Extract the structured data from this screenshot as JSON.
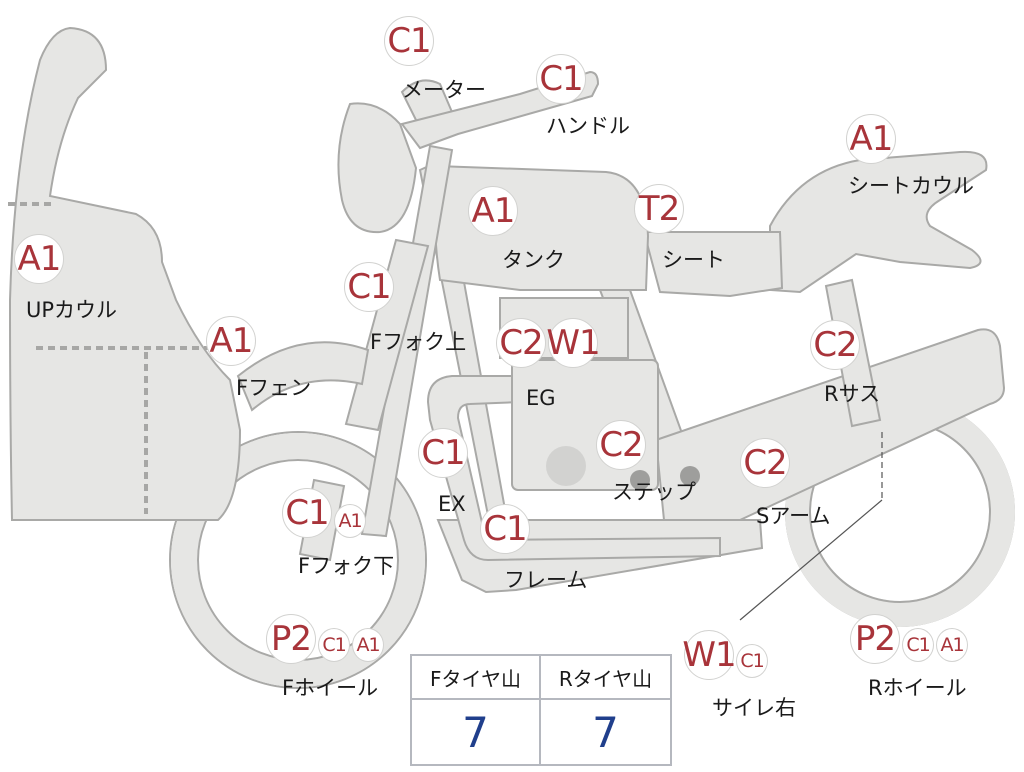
{
  "parts": [
    {
      "id": "meter",
      "label": "メーター",
      "badges": [
        "C1"
      ]
    },
    {
      "id": "handle",
      "label": "ハンドル",
      "badges": [
        "C1"
      ]
    },
    {
      "id": "seat-cowl",
      "label": "シートカウル",
      "badges": [
        "A1"
      ]
    },
    {
      "id": "tank",
      "label": "タンク",
      "badges": [
        "A1"
      ]
    },
    {
      "id": "seat",
      "label": "シート",
      "badges": [
        "T2"
      ]
    },
    {
      "id": "up-cowl",
      "label": "UPカウル",
      "badges": [
        "A1"
      ]
    },
    {
      "id": "f-fork-upper",
      "label": "Fフォク上",
      "badges": [
        "C1"
      ]
    },
    {
      "id": "f-fender",
      "label": "Fフェン",
      "badges": [
        "A1"
      ]
    },
    {
      "id": "engine",
      "label": "EG",
      "badges": [
        "C2",
        "W1"
      ]
    },
    {
      "id": "r-suspension",
      "label": "Rサス",
      "badges": [
        "C2"
      ]
    },
    {
      "id": "exhaust",
      "label": "EX",
      "badges": [
        "C1"
      ]
    },
    {
      "id": "step",
      "label": "ステップ",
      "badges": [
        "C2"
      ]
    },
    {
      "id": "swing-arm",
      "label": "Sアーム",
      "badges": [
        "C2"
      ]
    },
    {
      "id": "f-fork-lower",
      "label": "Fフォク下",
      "badges": [
        "C1",
        "A1"
      ]
    },
    {
      "id": "frame",
      "label": "フレーム",
      "badges": [
        "C1"
      ]
    },
    {
      "id": "f-wheel",
      "label": "Fホイール",
      "badges": [
        "P2",
        "C1",
        "A1"
      ]
    },
    {
      "id": "silencer-right",
      "label": "サイレ右",
      "badges": [
        "W1",
        "C1"
      ]
    },
    {
      "id": "r-wheel",
      "label": "Rホイール",
      "badges": [
        "P2",
        "C1",
        "A1"
      ]
    }
  ],
  "tire_table": {
    "front_header": "Fタイヤ山",
    "rear_header": "Rタイヤ山",
    "front_value": "7",
    "rear_value": "7"
  },
  "colors": {
    "part_fill": "#e6e6e4",
    "part_outline": "#a9a9a7",
    "badge_text": "#a8343a",
    "value_text": "#203f8c"
  }
}
